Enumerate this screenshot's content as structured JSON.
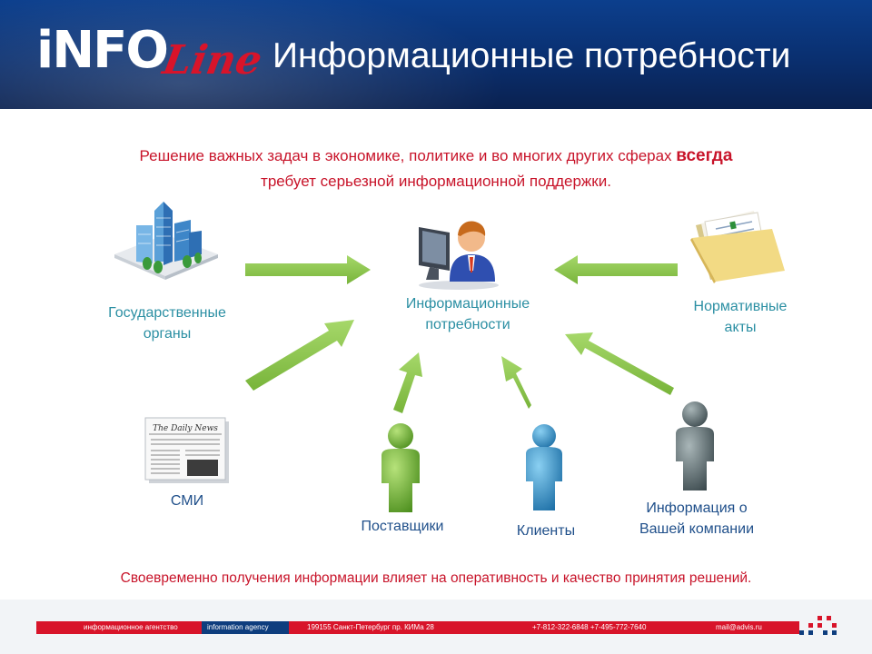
{
  "header": {
    "logo_info": "iNFO",
    "logo_line": "Line",
    "title": "Информационные потребности"
  },
  "intro": {
    "line1_before": "Решение важных задач в экономике, политике и во многих других сферах ",
    "line1_emph": "всегда",
    "line2": "требует серьезной информационной поддержки."
  },
  "nodes": {
    "center": {
      "label_line1": "Информационные",
      "label_line2": "потребности",
      "icon": "user-at-computer-icon"
    },
    "government": {
      "label_line1": "Государственные",
      "label_line2": "органы",
      "icon": "buildings-icon"
    },
    "normative": {
      "label_line1": "Нормативные",
      "label_line2": "акты",
      "icon": "folder-documents-icon"
    },
    "media": {
      "label": "СМИ",
      "icon": "newspaper-icon",
      "newspaper_title": "The Daily News"
    },
    "suppliers": {
      "label": "Поставщики",
      "icon": "person-green-icon"
    },
    "clients": {
      "label": "Клиенты",
      "icon": "person-blue-icon"
    },
    "company_info": {
      "label_line1": "Информация о",
      "label_line2": "Вашей компании",
      "icon": "person-gray-icon"
    }
  },
  "colors": {
    "accent_red": "#c8142a",
    "teal_label": "#2b8fa3",
    "arrow_green": "#8cc63f",
    "header_blue": "#0c3f8d"
  },
  "bottom_text": "Своевременно получения информации влияет на оперативность и качество принятия решений.",
  "footer": {
    "agency_ru": "информационное агентство",
    "agency_en": "information agency",
    "address": "199155 Санкт-Петербург пр. КИМа 28",
    "phones": "+7-812-322-6848 +7-495-772-7640",
    "email": "mail@advis.ru"
  }
}
